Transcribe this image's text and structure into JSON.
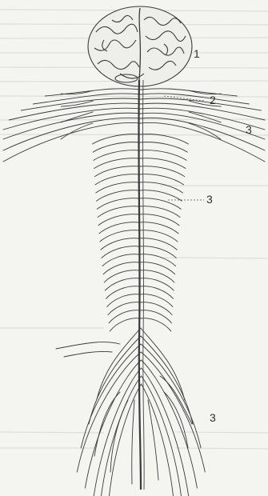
{
  "figure": {
    "labels": [
      {
        "id": "brain",
        "text": "1"
      },
      {
        "id": "cranial-nerves",
        "text": "2"
      },
      {
        "id": "nerves-upper",
        "text": "3"
      },
      {
        "id": "nerves-mid",
        "text": "3"
      },
      {
        "id": "nerves-lower",
        "text": "3"
      }
    ],
    "colors": {
      "paper": "#f4f4f1",
      "ink": "#3a3a3a",
      "bleed": "#8a8a8a"
    }
  }
}
